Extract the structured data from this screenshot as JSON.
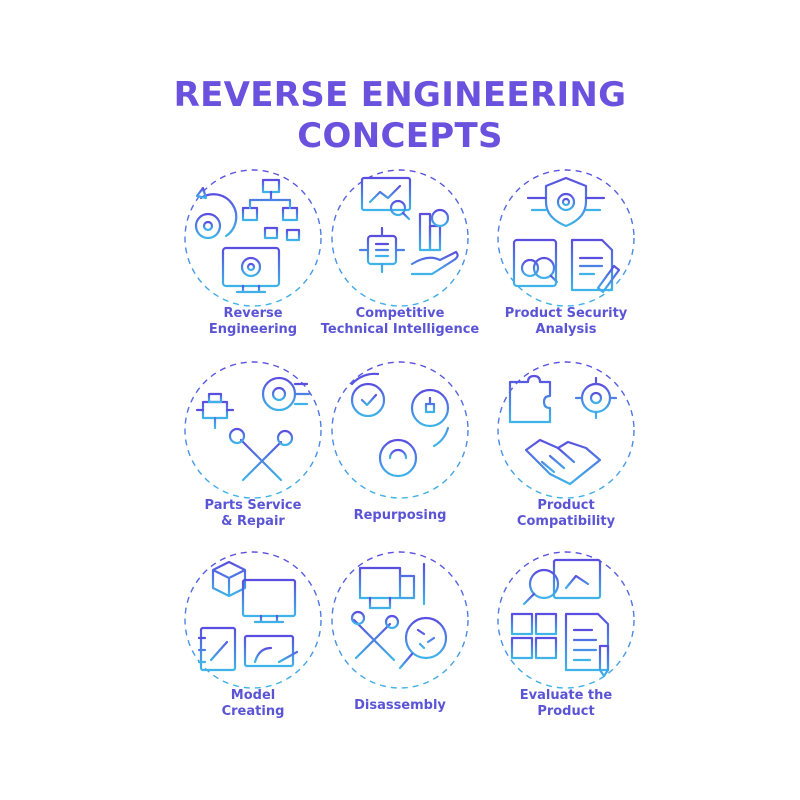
{
  "title": {
    "line1": "REVERSE ENGINEERING",
    "line2": "CONCEPTS"
  },
  "colors": {
    "primary": "#6a52df",
    "gradient_top": "#5a4ee0",
    "gradient_bottom": "#3fb4e8"
  },
  "items": [
    {
      "line1": "Reverse",
      "line2": "Engineering",
      "icon": "flowchart-gear-monitor-icon"
    },
    {
      "line1": "Competitive",
      "line2": "Technical Intelligence",
      "icon": "chart-network-hand-icon"
    },
    {
      "line1": "Product Security",
      "line2": "Analysis",
      "icon": "shield-gear-document-icon"
    },
    {
      "line1": "Parts Service",
      "line2": "& Repair",
      "icon": "gear-wrench-screwdriver-icon"
    },
    {
      "line1": "Repurposing",
      "line2": "",
      "icon": "cycle-gears-lightbulb-icon"
    },
    {
      "line1": "Product",
      "line2": "Compatibility",
      "icon": "puzzle-handshake-icon"
    },
    {
      "line1": "Model",
      "line2": "Creating",
      "icon": "cube-monitor-notebook-icon"
    },
    {
      "line1": "Disassembly",
      "line2": "",
      "icon": "tools-magnifier-icon"
    },
    {
      "line1": "Evaluate the",
      "line2": "Product",
      "icon": "magnifier-grid-checklist-icon"
    }
  ]
}
